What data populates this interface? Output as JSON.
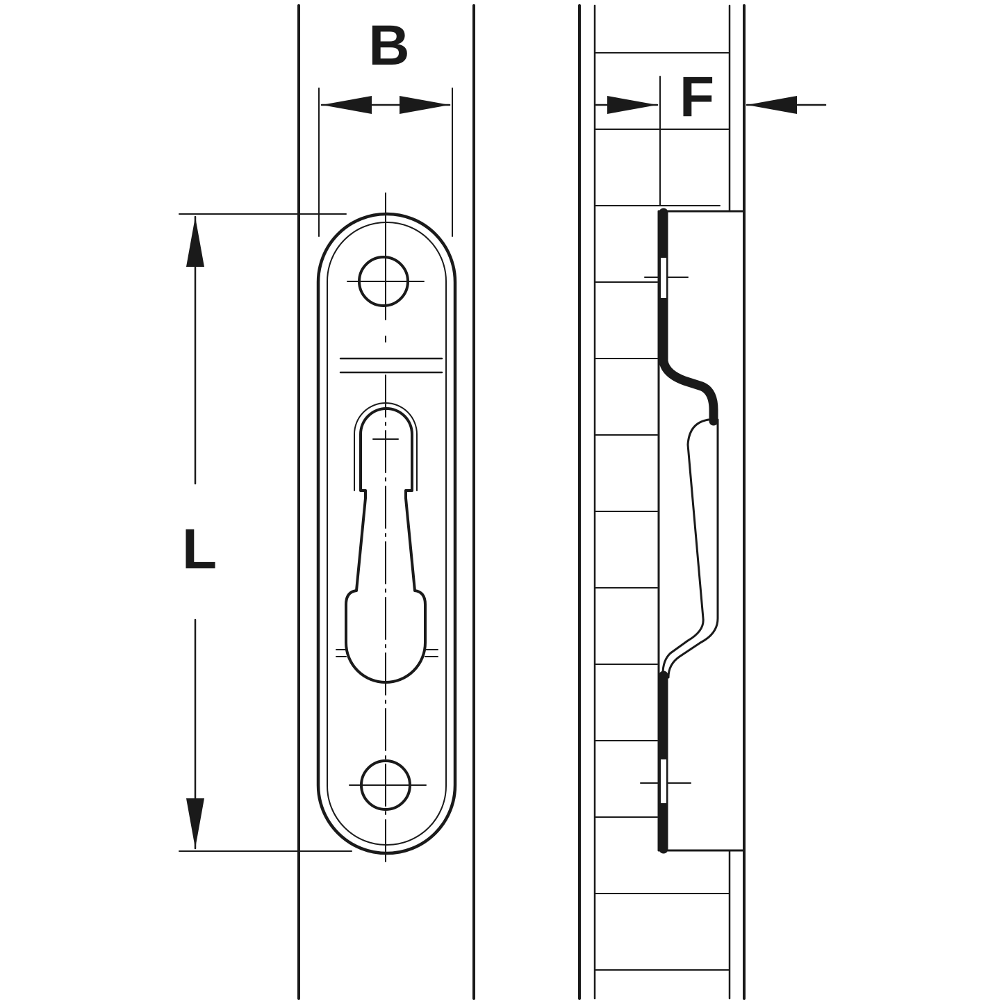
{
  "labels": {
    "width": "B",
    "length": "L",
    "offset": "F"
  },
  "colors": {
    "line": "#1a1a1a",
    "background": "#ffffff"
  }
}
